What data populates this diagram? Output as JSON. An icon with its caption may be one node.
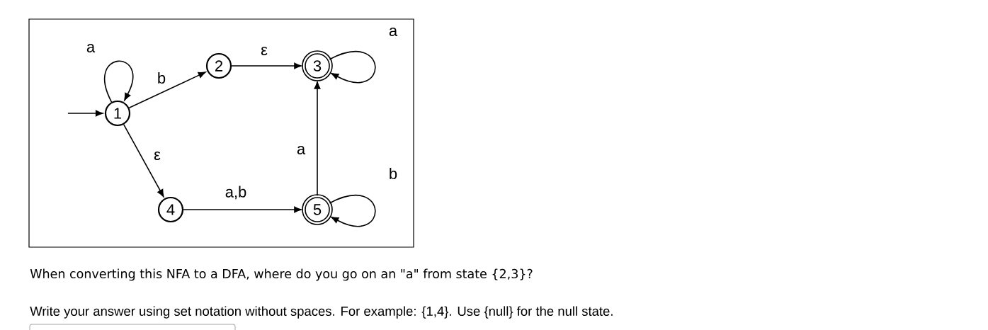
{
  "diagram": {
    "nodes": [
      {
        "text": [
          "1"
        ]
      },
      {
        "text": [
          "2"
        ]
      },
      {
        "text": [
          "3"
        ]
      },
      {
        "text": [
          "4"
        ]
      },
      {
        "text": [
          "5"
        ]
      }
    ],
    "edges": [
      {
        "from": null,
        "to": 0,
        "arrow": "to"
      },
      {
        "from": 0,
        "to": 0,
        "label": "a",
        "arrow": "to"
      },
      {
        "from": 0,
        "to": 1,
        "label": "b",
        "arrow": "to"
      },
      {
        "from": 1,
        "to": 2,
        "label": "ε",
        "arrow": "to"
      },
      {
        "from": 2,
        "to": 2,
        "label": "a",
        "arrow": "to"
      },
      {
        "from": 0,
        "to": 3,
        "label": "ε",
        "arrow": "to"
      },
      {
        "from": 3,
        "to": 4,
        "label": "a,b",
        "arrow": "to"
      },
      {
        "from": 4,
        "to": 2,
        "label": "a",
        "arrow": "to"
      },
      {
        "from": 4,
        "to": 4,
        "label": "b",
        "arrow": "to"
      }
    ],
    "labels": [
      "When converting this NFA to a DFA, where do you go on an \"a\" from state {2,3}?",
      "Write your answer using set notation without spaces.  For example: {1,4}. Use {null} for the null state."
    ]
  }
}
